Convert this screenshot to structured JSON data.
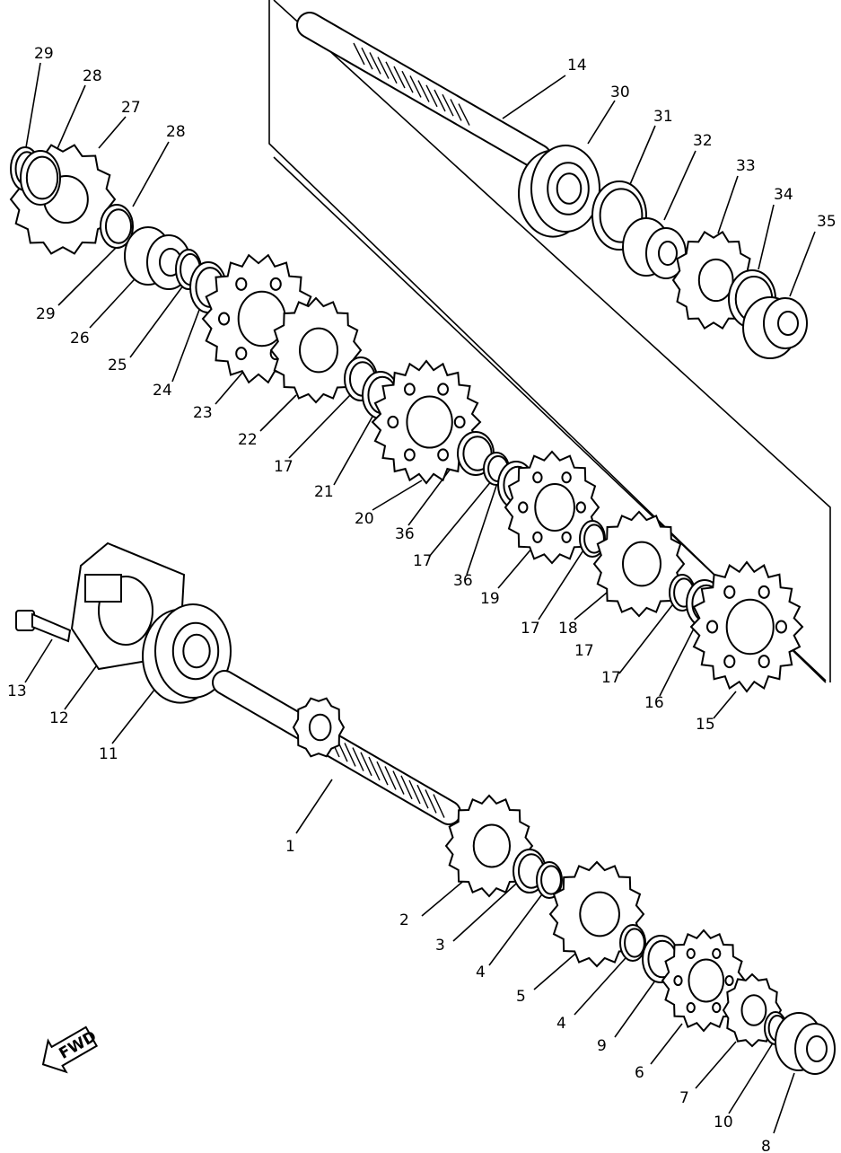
{
  "diagram": {
    "labels": [
      "1",
      "2",
      "3",
      "4",
      "4",
      "5",
      "6",
      "7",
      "8",
      "9",
      "10",
      "11",
      "12",
      "13",
      "14",
      "15",
      "16",
      "17",
      "17",
      "17",
      "17",
      "17",
      "18",
      "19",
      "20",
      "21",
      "22",
      "23",
      "24",
      "25",
      "26",
      "27",
      "28",
      "28",
      "29",
      "29",
      "30",
      "31",
      "32",
      "33",
      "34",
      "35",
      "36",
      "36"
    ],
    "fwd_badge": "FWD"
  },
  "colors": {
    "ink": "#000000",
    "paper": "#ffffff"
  }
}
